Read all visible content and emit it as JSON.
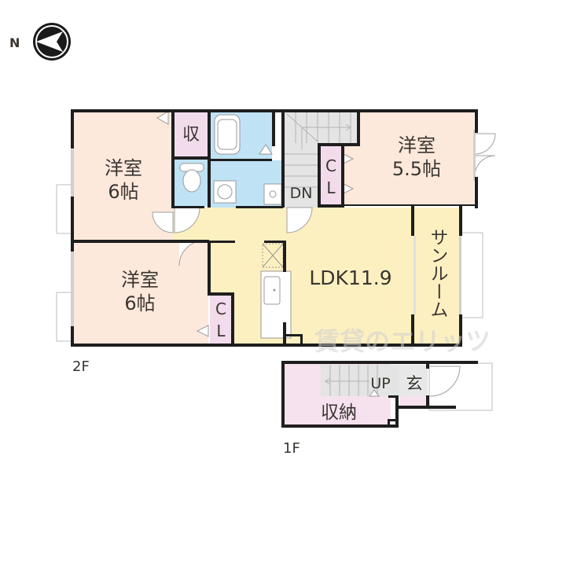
{
  "compass": {
    "label": "N",
    "icon": "north-arrow-icon"
  },
  "floors": {
    "second": {
      "label": "2F",
      "rooms": {
        "bedroom_nw": {
          "name": "洋室",
          "size": "6帖"
        },
        "bedroom_sw": {
          "name": "洋室",
          "size": "6帖"
        },
        "bedroom_ne": {
          "name": "洋室",
          "size": "5.5帖"
        },
        "storage_small": {
          "name": "収"
        },
        "closet_1": {
          "line1": "C",
          "line2": "L"
        },
        "closet_2": {
          "line1": "C",
          "line2": "L"
        },
        "stairs_down": {
          "label": "DN"
        },
        "ldk": {
          "label": "LDK11.9"
        },
        "sunroom": {
          "label": "サンルーム"
        }
      }
    },
    "first": {
      "label": "1F",
      "rooms": {
        "storage": {
          "name": "収納"
        },
        "stairs_up": {
          "label": "UP"
        },
        "entrance": {
          "name": "玄"
        }
      }
    }
  },
  "watermark": {
    "text": "賃貸のエリッツ"
  },
  "colors": {
    "bedroom": "#fde8dc",
    "ldk": "#fdf0c0",
    "wet": "#bfe2f5",
    "closet": "#f2dcec",
    "stairs": "#e4e4e4",
    "wall": "#1e1e1e"
  }
}
